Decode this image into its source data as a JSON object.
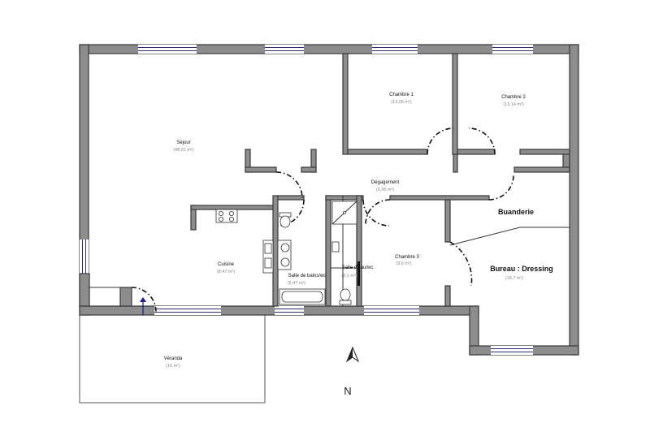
{
  "rooms": [
    {
      "name": "Séjour",
      "area": "(48,91 m²)"
    },
    {
      "name": "Chambre 1",
      "area": "(13,05 m²)"
    },
    {
      "name": "Chambre 2",
      "area": "(13,14 m²)"
    },
    {
      "name": "Dégagement",
      "area": "(5,96 m²)"
    },
    {
      "name": "Buanderie"
    },
    {
      "name": "Cuisine",
      "area": "(8,47 m²)"
    },
    {
      "name": "Salle de bains/wc",
      "area": "(5,47 m²)"
    },
    {
      "name": "Salle d'eau/wc",
      "area": "(3,1 m²)"
    },
    {
      "name": "Chambre 3",
      "area": "(9,6 m²)"
    },
    {
      "name": "Bureau : Dressing",
      "area": "(18,7 m²)"
    },
    {
      "name": "Véranda",
      "area": "(16 m²)"
    }
  ],
  "north_label": "N",
  "colors": {
    "wall": "#8d8d8d",
    "wall_edge": "#3a3a3a",
    "window": "#2d2d7a",
    "entrance_arrow": "#1a1a8c"
  },
  "icons": [
    "north-arrow-icon",
    "entrance-arrow-icon",
    "stove-icon",
    "sink-icon",
    "toilet-icon",
    "bathtub-icon",
    "shower-icon",
    "washbasin-icon"
  ]
}
